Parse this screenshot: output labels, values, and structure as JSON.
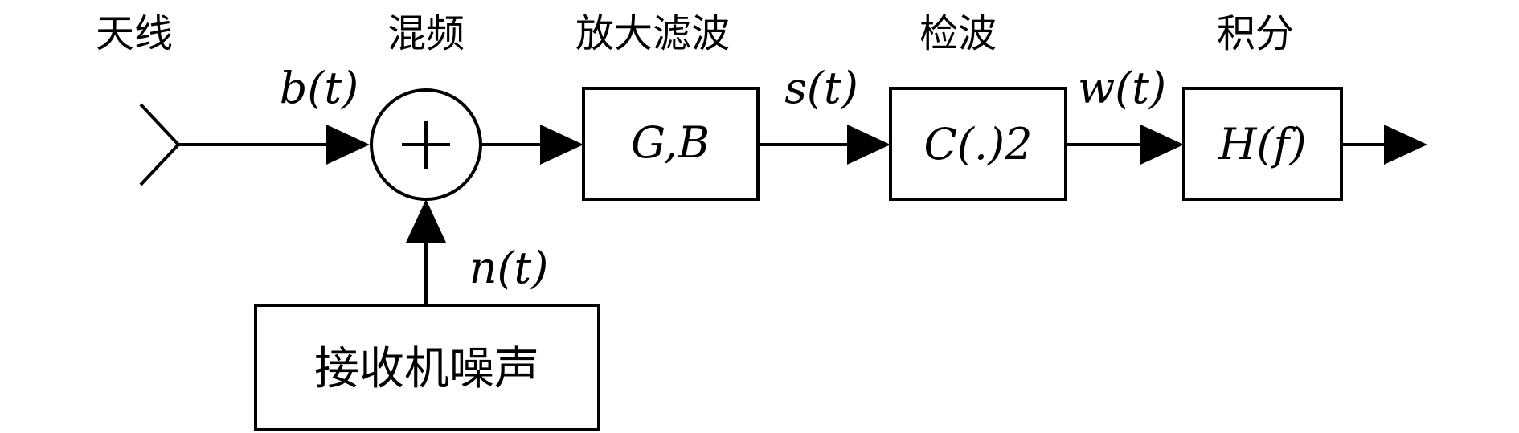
{
  "stages": {
    "antenna": "天线",
    "mixer": "混频",
    "amp_filter": "放大滤波",
    "detector": "检波",
    "integrator": "积分"
  },
  "signals": {
    "b": "b(t)",
    "n": "n(t)",
    "s": "s(t)",
    "w": "w(t)"
  },
  "blocks": {
    "gain_bandwidth": "G,B",
    "square_law": "C(.)2",
    "integrator_tf": "H(f)",
    "receiver_noise": "接收机噪声"
  },
  "mixer_symbol": "+"
}
